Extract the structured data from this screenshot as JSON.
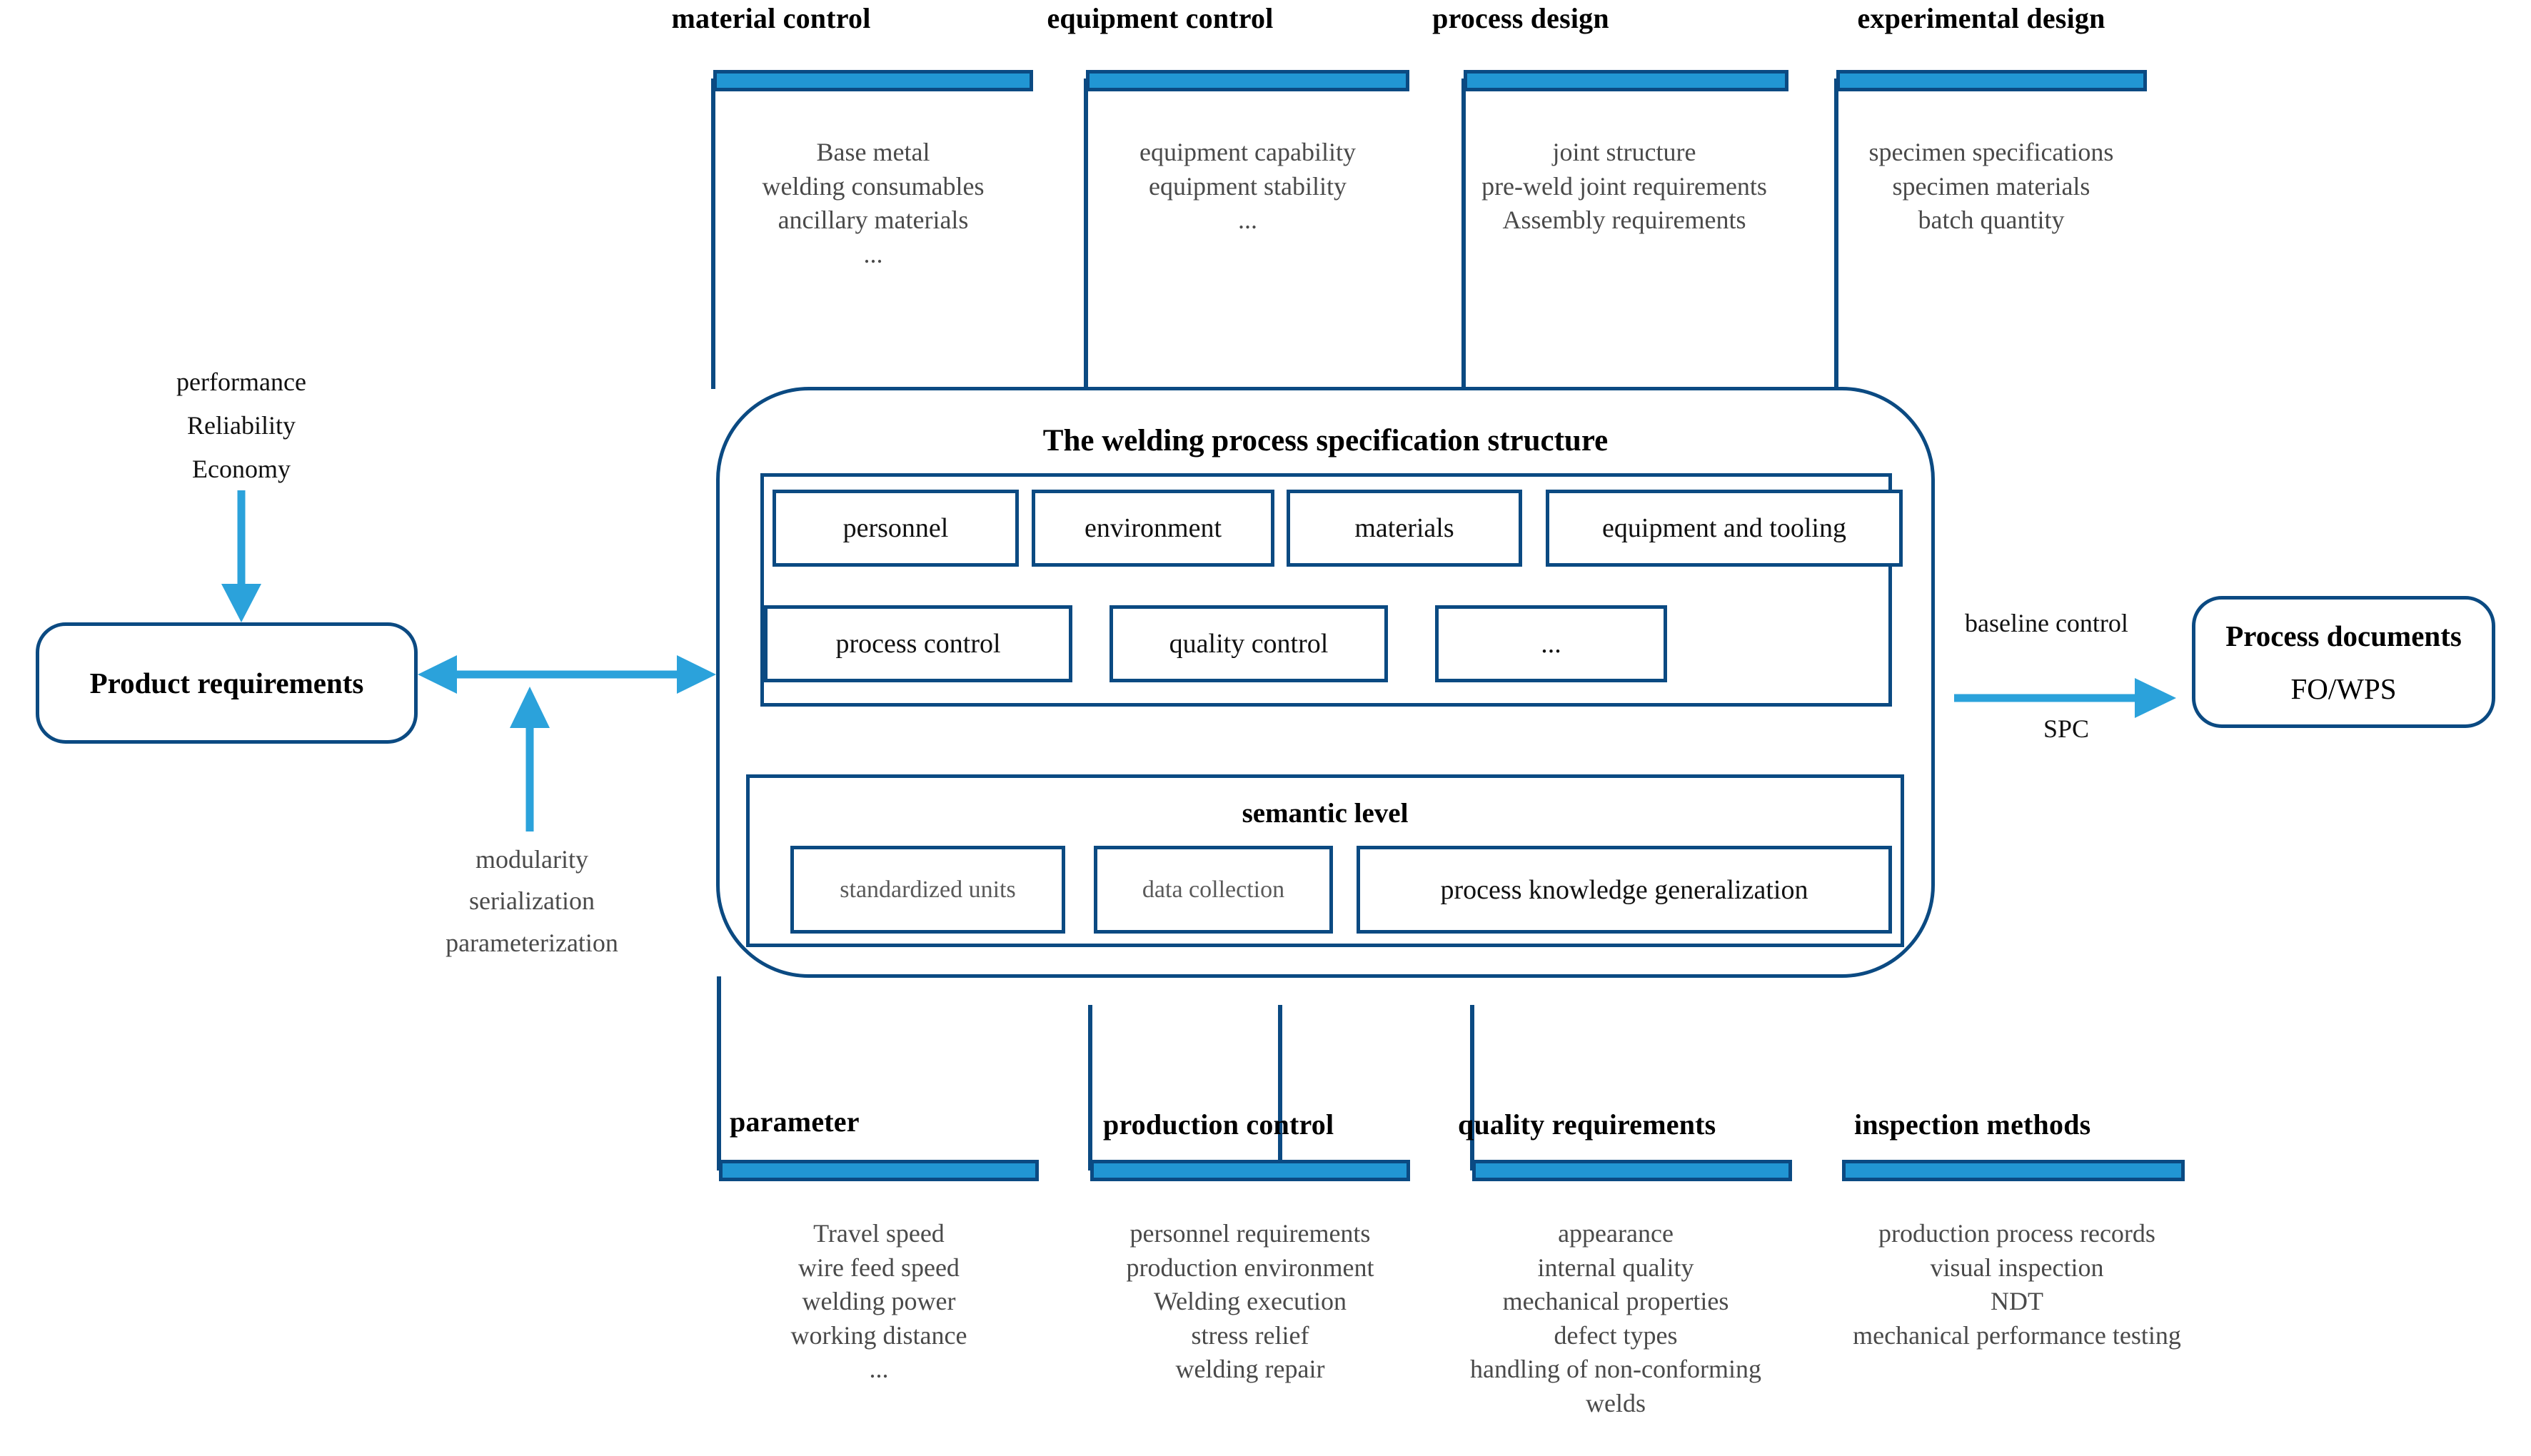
{
  "colors": {
    "light_blue": "#2196D3",
    "dark_blue": "#0B4A82",
    "arrow_blue": "#2BA2DB",
    "body_text": "#4a4a4a"
  },
  "top_categories": [
    {
      "title": "material control",
      "items": [
        "Base metal",
        "welding consumables",
        "ancillary materials",
        "..."
      ]
    },
    {
      "title": "equipment control",
      "items": [
        "equipment capability",
        "equipment stability",
        "..."
      ]
    },
    {
      "title": "process design",
      "items": [
        "joint structure",
        "pre-weld joint requirements",
        "Assembly requirements"
      ]
    },
    {
      "title": "experimental design",
      "items": [
        "specimen specifications",
        "specimen materials",
        "batch quantity"
      ]
    }
  ],
  "bottom_categories": [
    {
      "title": "parameter",
      "items": [
        "Travel speed",
        "wire feed speed",
        "welding power",
        "working distance",
        "..."
      ]
    },
    {
      "title": "production control",
      "items": [
        "personnel requirements",
        "production environment",
        "Welding execution",
        "stress relief",
        "welding repair"
      ]
    },
    {
      "title": "quality requirements",
      "items": [
        "appearance",
        "internal quality",
        "mechanical properties",
        "defect types",
        "handling of non-conforming",
        "welds"
      ]
    },
    {
      "title": "inspection methods",
      "items": [
        "production process records",
        "visual inspection",
        "NDT",
        "mechanical performance testing"
      ]
    }
  ],
  "left": {
    "inputs": [
      "performance",
      "Reliability",
      "Economy"
    ],
    "product_box": {
      "label": "Product requirements"
    },
    "mid_inputs": [
      "modularity",
      "serialization",
      "parameterization"
    ]
  },
  "center": {
    "title": "The welding process specification structure",
    "row1": [
      "personnel",
      "environment",
      "materials",
      "equipment and tooling"
    ],
    "row2": [
      "process control",
      "quality control",
      "..."
    ],
    "semantic": {
      "title": "semantic level",
      "items": [
        "standardized units",
        "data collection",
        "process knowledge generalization"
      ]
    }
  },
  "right": {
    "edge_label_top": "baseline control",
    "edge_label_bottom": "SPC",
    "doc_box": {
      "line1": "Process documents",
      "line2": "FO/WPS"
    }
  }
}
